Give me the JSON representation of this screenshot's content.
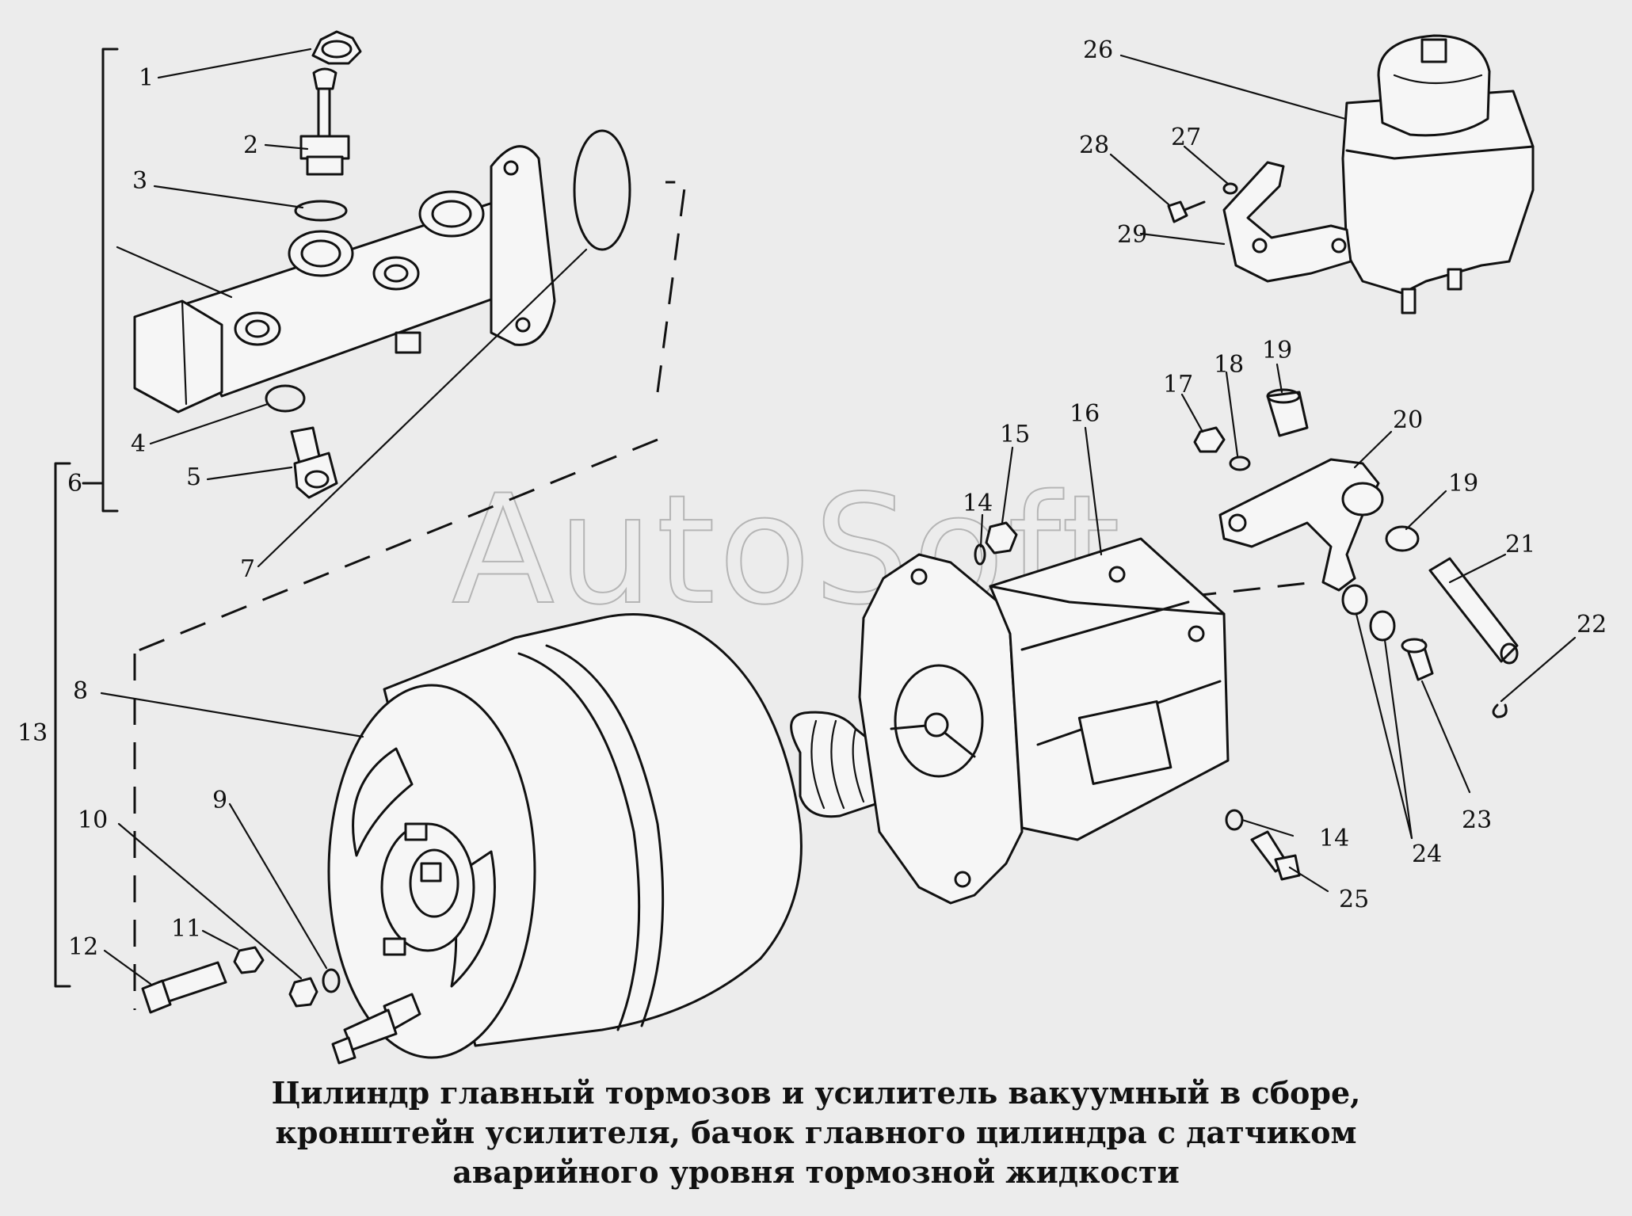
{
  "watermark": "AutoSoft",
  "caption": {
    "line1": "Цилиндр главный тормозов и усилитель вакуумный в сборе,",
    "line2": "кронштейн усилителя, бачок главного  цилиндра с датчиком",
    "line3": "аварийного уровня тормозной жидкости"
  },
  "callouts": {
    "c1": "1",
    "c2": "2",
    "c3": "3",
    "c4": "4",
    "c5": "5",
    "c6": "6",
    "c7": "7",
    "c8": "8",
    "c9": "9",
    "c10": "10",
    "c11": "11",
    "c12": "12",
    "c13": "13",
    "c14a": "14",
    "c14b": "14",
    "c15": "15",
    "c16": "16",
    "c17": "17",
    "c18": "18",
    "c19a": "19",
    "c19b": "19",
    "c20": "20",
    "c21": "21",
    "c22": "22",
    "c23": "23",
    "c24": "24",
    "c25": "25",
    "c26": "26",
    "c27": "27",
    "c28": "28",
    "c29": "29"
  }
}
